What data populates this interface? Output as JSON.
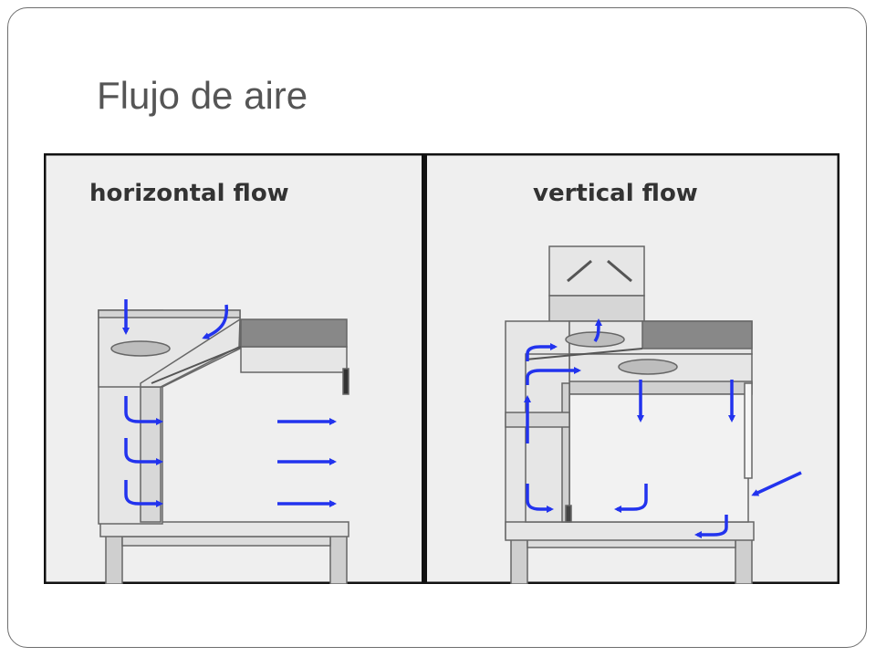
{
  "slide": {
    "title": "Flujo de aire"
  },
  "figure": {
    "panels": [
      {
        "label": "horizontal flow"
      },
      {
        "label": "vertical flow"
      }
    ]
  },
  "colors": {
    "arrow": "#2233ee",
    "cabinet": "#e6e6e6",
    "cabinet_dark": "#888888",
    "panel_bg": "#efefef",
    "outline": "#222222"
  }
}
